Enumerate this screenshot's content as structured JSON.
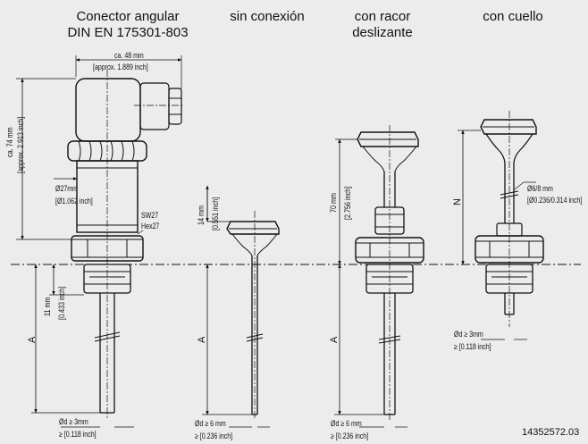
{
  "headers": {
    "angular": [
      "Conector angular",
      "DIN EN 175301-803"
    ],
    "no_connection": "sin conexión",
    "sliding": [
      "con racor",
      "deslizante"
    ],
    "neck": "con cuello"
  },
  "angular": {
    "width_mm": "ca. 48 mm",
    "width_inch": "[approx. 1.889 inch]",
    "height_mm": "ca. 74 mm",
    "height_inch": "[approx. 2.913 inch]",
    "diameter_mm": "Ø27mm",
    "diameter_inch": "[Ø1.062 inch]",
    "sw": "SW27",
    "hex": "Hex27",
    "thread_mm": "11 mm",
    "thread_inch": "[0.433 inch]",
    "length_letter": "A",
    "probe_mm": "Ød ≥ 3mm",
    "probe_inch": "≥ [0.118 inch]"
  },
  "no_connection": {
    "height_mm": "14 mm",
    "height_inch": "[0.551 inch]",
    "length_letter": "A",
    "probe_mm": "Ød ≥ 6 mm",
    "probe_inch": "≥ [0.236 inch]"
  },
  "sliding": {
    "height_mm": "70 mm",
    "height_inch": "[2.756 inch]",
    "length_letter": "A",
    "probe_mm": "Ød ≥ 6 mm",
    "probe_inch": "≥ [0.236 inch]"
  },
  "neck": {
    "neck_letter": "N",
    "diameter_mm": "Ø6/8 mm",
    "diameter_inch": "[Ø0.236/0.314 inch]",
    "probe_mm": "Ød ≥ 3mm",
    "probe_inch": "≥ [0.118 inch]"
  },
  "drawing_number": "14352572.03"
}
